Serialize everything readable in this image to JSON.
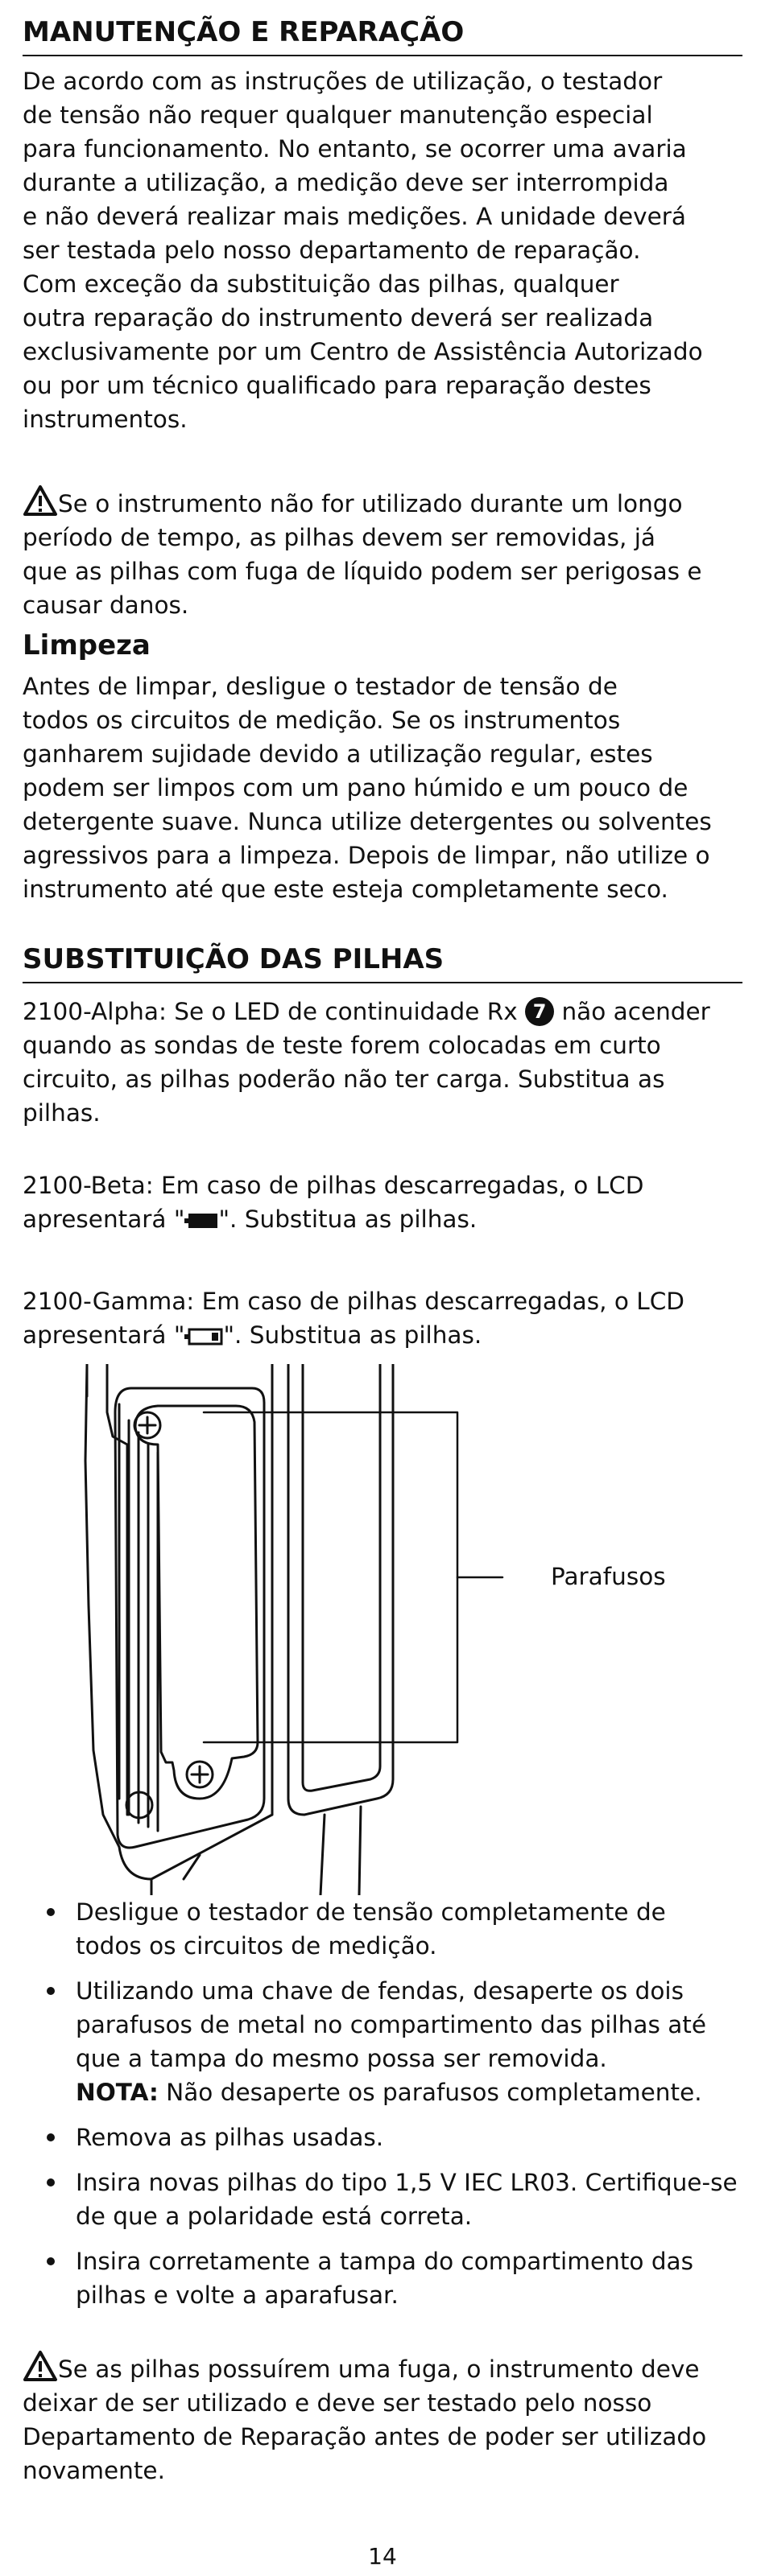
{
  "maintenance": {
    "title": "MANUTENÇÃO E REPARAÇÃO",
    "body": "De acordo com as instruções de utilização, o testador\nde tensão não requer qualquer manutenção especial\npara funcionamento. No entanto, se ocorrer uma avaria\ndurante a utilização, a medição deve ser interrompida\ne não deverá realizar mais medições. A unidade deverá\nser testada pelo nosso departamento de reparação.\nCom exceção da substituição das pilhas, qualquer\noutra reparação do instrumento deverá ser realizada\nexclusivamente por um Centro de Assistência Autorizado\nou por um técnico qualificado para reparação destes\ninstrumentos.",
    "warning": "Se o instrumento não for utilizado durante um longo\nperíodo de tempo, as pilhas devem ser removidas, já\nque as pilhas com fuga de líquido podem ser perigosas e\ncausar danos."
  },
  "cleaning": {
    "title": "Limpeza",
    "body": "Antes de limpar, desligue o testador de tensão de\ntodos os circuitos de medição. Se os instrumentos\nganharem sujidade devido a utilização regular, estes\npodem ser limpos com um pano húmido e um pouco de\ndetergente suave. Nunca utilize detergentes ou solventes\nagressivos para a limpeza. Depois de limpar, não utilize o\ninstrumento até que este esteja completamente seco."
  },
  "battery": {
    "title": "SUBSTITUIÇÃO DAS PILHAS",
    "alpha_pre": "2100-Alpha: Se o LED de continuidade Rx ",
    "alpha_badge": "7",
    "alpha_post": " não acender\nquando as sondas de teste forem colocadas em curto\ncircuito, as pilhas poderão não ter carga. Substitua as\npilhas.",
    "beta_pre": "2100-Beta: Em caso de pilhas descarregadas, o LCD\napresentará \"",
    "beta_post": "\". Substitua as pilhas.",
    "gamma_pre": "2100-Gamma: Em caso de pilhas descarregadas, o LCD\napresentará \"",
    "gamma_post": "\". Substitua as pilhas.",
    "figure_label": "Parafusos",
    "steps": [
      {
        "text": "Desligue o testador de tensão completamente de\ntodos os circuitos de medição."
      },
      {
        "text": "Utilizando uma chave de fendas, desaperte os dois\nparafusos de metal no compartimento das pilhas até\nque a tampa do mesmo possa ser removida.",
        "note_label": "NOTA:",
        "note_text": " Não desaperte os parafusos completamente."
      },
      {
        "text": "Remova as pilhas usadas."
      },
      {
        "text": "Insira novas pilhas do tipo 1,5 V IEC LR03. Certifique-se\nde que a polaridade está correta."
      },
      {
        "text": "Insira corretamente a tampa do compartimento das\npilhas e volte a aparafusar."
      }
    ],
    "warning": "Se as pilhas possuírem uma fuga, o instrumento deve\ndeixar de ser utilizado e deve ser testado pelo nosso\nDepartamento de Reparação antes de poder ser utilizado\nnovamente."
  },
  "page_number": "14",
  "icons": {
    "warning": "warning-triangle-icon",
    "battery_full": "battery-full-icon",
    "battery_empty": "battery-empty-icon"
  }
}
